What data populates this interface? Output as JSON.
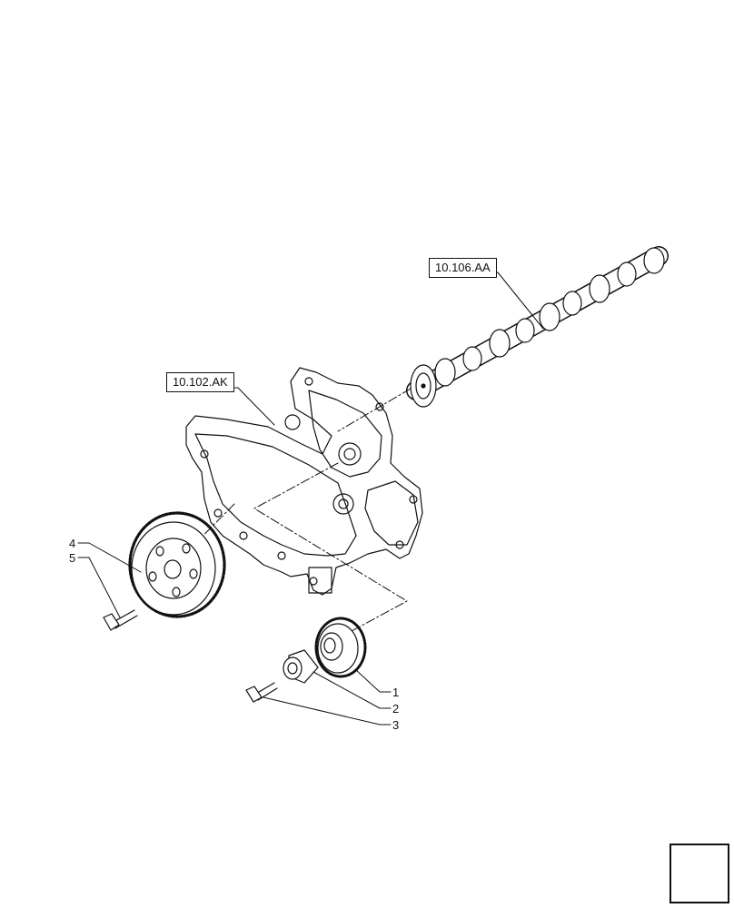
{
  "references": {
    "camshaft": "10.106.AA",
    "cover": "10.102.AK"
  },
  "callouts": [
    "1",
    "2",
    "3",
    "4",
    "5"
  ],
  "icons": {
    "nav": "previous-page-arrow-icon"
  },
  "colors": {
    "line": "#111111",
    "background": "#ffffff"
  }
}
